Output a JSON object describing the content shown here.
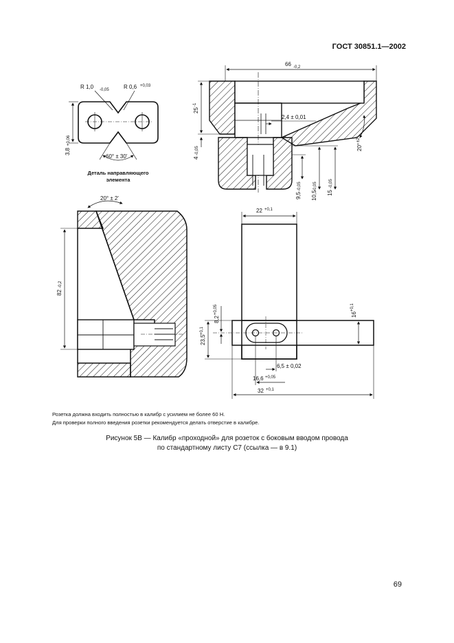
{
  "header": {
    "doc_number": "ГОСТ 30851.1—2002"
  },
  "detail_view": {
    "r1": "R 1,0",
    "r1_tol": "-0,05",
    "r2": "R 0,6",
    "r2_tol": "+0,03",
    "angle": "60° ± 30'",
    "height": "3,8",
    "height_tol": "+0,06",
    "label_line1": "Деталь направляющего",
    "label_line2": "элемента"
  },
  "top_right_view": {
    "width": "66",
    "width_tol": "-0,2",
    "height": "25",
    "height_tol": "-1",
    "offset": "2,4 ± 0,01",
    "depth": "4",
    "depth_tol": "-0,05",
    "d1": "9,5",
    "d1_tol": "-0,05",
    "d2": "10,5",
    "d2_tol": "-0,05",
    "d3": "15",
    "d3_tol": "-0,05",
    "angle": "20°",
    "angle_tol": "±2°"
  },
  "bottom_left_view": {
    "angle": "20° ± 2'",
    "height": "82",
    "height_tol": "-0,2"
  },
  "bottom_right_view": {
    "top_width": "22",
    "top_width_tol": "+0,1",
    "right_height": "16",
    "right_height_tol": "+0,1",
    "small_height": "8,2",
    "small_height_tol": "+0,05",
    "left_height": "23,5",
    "left_height_tol": "+0,1",
    "pin_offset": "6,5 ± 0,02",
    "pin_span": "16,6",
    "pin_span_tol": "+0,05",
    "bottom_width": "32",
    "bottom_width_tol": "+0,1"
  },
  "notes": {
    "line1": "Розетка должна входить полностью в калибр с усилием не более 60 Н.",
    "line2": "Для проверки полного введения розетки рекомендуется делать отверстие в калибре."
  },
  "caption": {
    "line1": "Рисунок 5В — Калибр «проходной» для розеток с боковым вводом провода",
    "line2": "по стандартному листу С7 (ссылка — в 9.1)"
  },
  "footer": {
    "page_number": "69"
  }
}
